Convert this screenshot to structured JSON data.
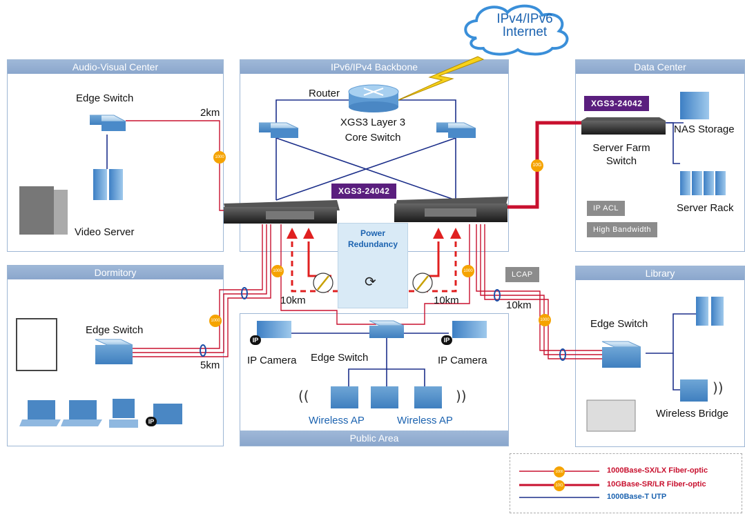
{
  "zones": {
    "audio_visual": "Audio-Visual Center",
    "backbone": "IPv6/IPv4 Backbone",
    "data_center": "Data Center",
    "dormitory": "Dormitory",
    "library": "Library",
    "public_area": "Public Area"
  },
  "labels": {
    "cloud": [
      "IPv4/IPv6",
      "Internet"
    ],
    "router": "Router",
    "core_switch": [
      "XGS3 Layer 3",
      "Core Switch"
    ],
    "av_edge_switch": "Edge Switch",
    "video_server": "Video Server",
    "dorm_edge_switch": "Edge Switch",
    "nas_storage": "NAS Storage",
    "server_farm_switch": [
      "Server Farm",
      "Switch"
    ],
    "server_rack": "Server Rack",
    "library_edge_switch": "Edge Switch",
    "wireless_bridge": "Wireless Bridge",
    "ip_camera_left": "IP Camera",
    "ip_camera_right": "IP Camera",
    "public_edge_switch": "Edge Switch",
    "wireless_ap_left": "Wireless AP",
    "wireless_ap_right": "Wireless AP",
    "power_redundancy": [
      "Power",
      "Redundancy"
    ],
    "dist_2km": "2km",
    "dist_5km": "5km",
    "dist_10km_left": "10km",
    "dist_10km_right": "10km",
    "dist_10km_library": "10km",
    "badge_1000": "1000",
    "badge_10g": "10G",
    "ip_badge": "IP"
  },
  "tags": {
    "xgs_backbone": "XGS3-24042",
    "xgs_datacenter": "XGS3-24042",
    "ip_acl": "IP ACL",
    "high_bandwidth": "High Bandwidth",
    "lcap": "LCAP"
  },
  "legend": {
    "fiber_1000": "1000Base-SX/LX Fiber-optic",
    "fiber_10g": "10GBase-SR/LR Fiber-optic",
    "utp": "1000Base-T UTP",
    "badge_1000": "1000",
    "badge_10g": "10G"
  },
  "colors": {
    "fiber_red": "#c8102e",
    "fiber_10g_red": "#c8102e",
    "utp_blue": "#1c2f8a",
    "uplink_dash_red": "#e02020",
    "zone_header": "#8fabd0",
    "badge_orange": "#f5a300",
    "purple_tag": "#5a1e7e",
    "lightning": "#f7d21a"
  }
}
